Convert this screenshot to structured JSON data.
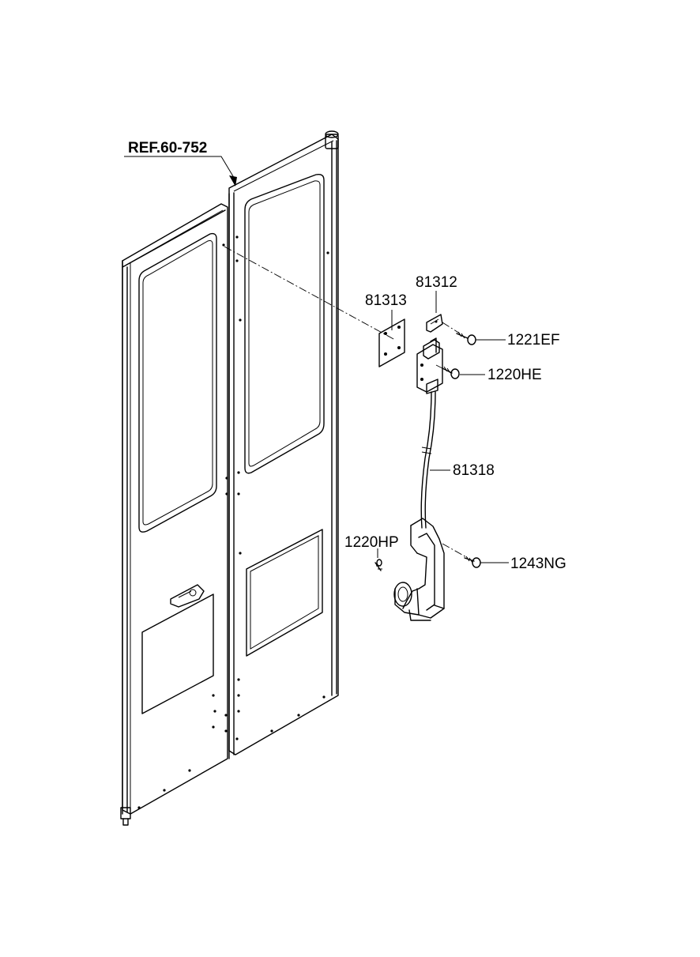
{
  "diagram": {
    "reference": {
      "text": "REF.60-752"
    },
    "part_labels": [
      {
        "id": "p81312",
        "text": "81312"
      },
      {
        "id": "p81313",
        "text": "81313"
      },
      {
        "id": "p1221EF",
        "text": "1221EF"
      },
      {
        "id": "p1220HE",
        "text": "1220HE"
      },
      {
        "id": "p81318",
        "text": "81318"
      },
      {
        "id": "p1220HP",
        "text": "1220HP"
      },
      {
        "id": "p1243NG",
        "text": "1243NG"
      }
    ]
  }
}
